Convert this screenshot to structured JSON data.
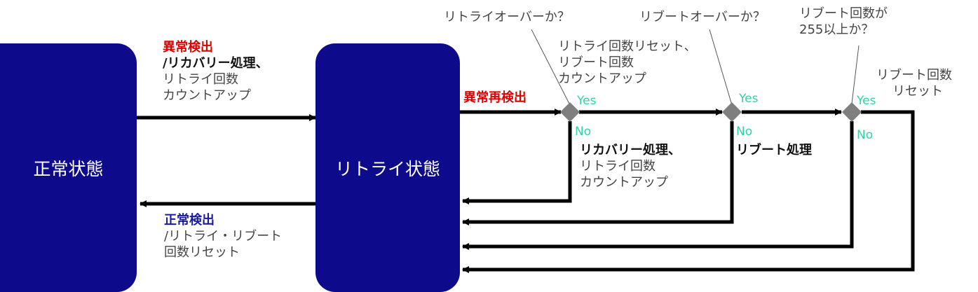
{
  "states": {
    "normal": "正常状態",
    "retry": "リトライ状態"
  },
  "arrows": {
    "to_retry": {
      "title": "異常検出",
      "l1": "/リカバリー処理、",
      "l2": "リトライ回数",
      "l3": "カウントアップ"
    },
    "to_normal": {
      "title": "正常検出",
      "l1": "/リトライ・リブート",
      "l2": "回数リセット"
    },
    "redetect": "異常再検出"
  },
  "decisions": {
    "d1": {
      "question": "リトライオーバーか？",
      "yes": "Yes",
      "no": "No",
      "yes_action": [
        "リトライ回数リセット、",
        "リブート回数",
        "カウントアップ"
      ],
      "no_action_title": "リカバリー処理、",
      "no_action": [
        "リトライ回数",
        "カウントアップ"
      ]
    },
    "d2": {
      "question": "リブートオーバーか？",
      "yes": "Yes",
      "no": "No",
      "no_action_title": "リブート処理"
    },
    "d3": {
      "question": [
        "リブート回数が",
        "255以上か？"
      ],
      "yes": "Yes",
      "no": "No",
      "yes_action": [
        "リブート回数",
        "リセット"
      ]
    }
  },
  "colors": {
    "state_fill": "#0e0a8c",
    "arrow": "#000000",
    "diamond": "#7f7f7f",
    "yes_no": "#2fd3a8",
    "alert": "#e00000",
    "ok": "#1a1aa0"
  }
}
